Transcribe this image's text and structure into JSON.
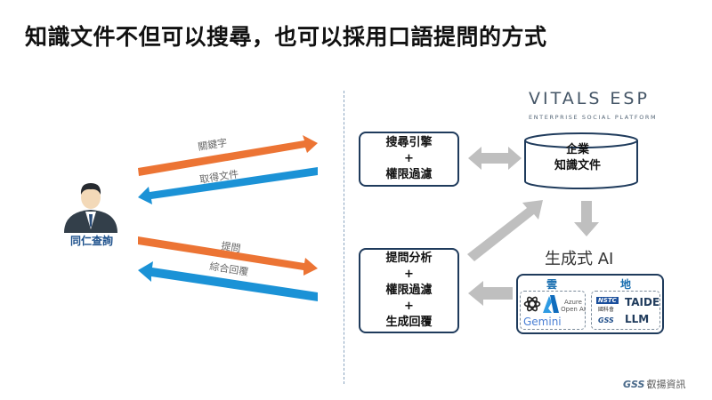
{
  "title": "知識文件不但可以搜尋，也可以採用口語提問的方式",
  "person": {
    "label": "同仁查詢"
  },
  "arrows": {
    "keyword": "關鍵字",
    "get_docs": "取得文件",
    "question": "提問",
    "answer": "綜合回覆"
  },
  "search_box": {
    "line1": "搜尋引擎",
    "line2": "+",
    "line3": "權限過濾"
  },
  "qa_box": {
    "line1": "提問分析",
    "line2": "+",
    "line3": "權限過濾",
    "line4": "+",
    "line5": "生成回覆"
  },
  "logo": {
    "main": "VITALS ESP",
    "sub": "ENTERPRISE SOCIAL PLATFORM"
  },
  "database": {
    "line1": "企業",
    "line2": "知識文件"
  },
  "gen_ai": {
    "label": "生成式 AI"
  },
  "ai_panel": {
    "cloud_header": "雲",
    "ground_header": "地",
    "azure_line1": "Azure",
    "azure_line2": "Open AI",
    "gemini": "Gemini",
    "nstc": "NSTC",
    "nstc_cn": "國科會",
    "taide": "TAIDE",
    "gss_logo": "GSS",
    "llm": "LLM"
  },
  "footer": {
    "logo": "GSS",
    "company": "叡揚資訊"
  },
  "colors": {
    "orange": "#ec7434",
    "blue": "#1b92d6",
    "gray_arrow": "#bfbfbf",
    "box_border": "#1f3b5c"
  }
}
